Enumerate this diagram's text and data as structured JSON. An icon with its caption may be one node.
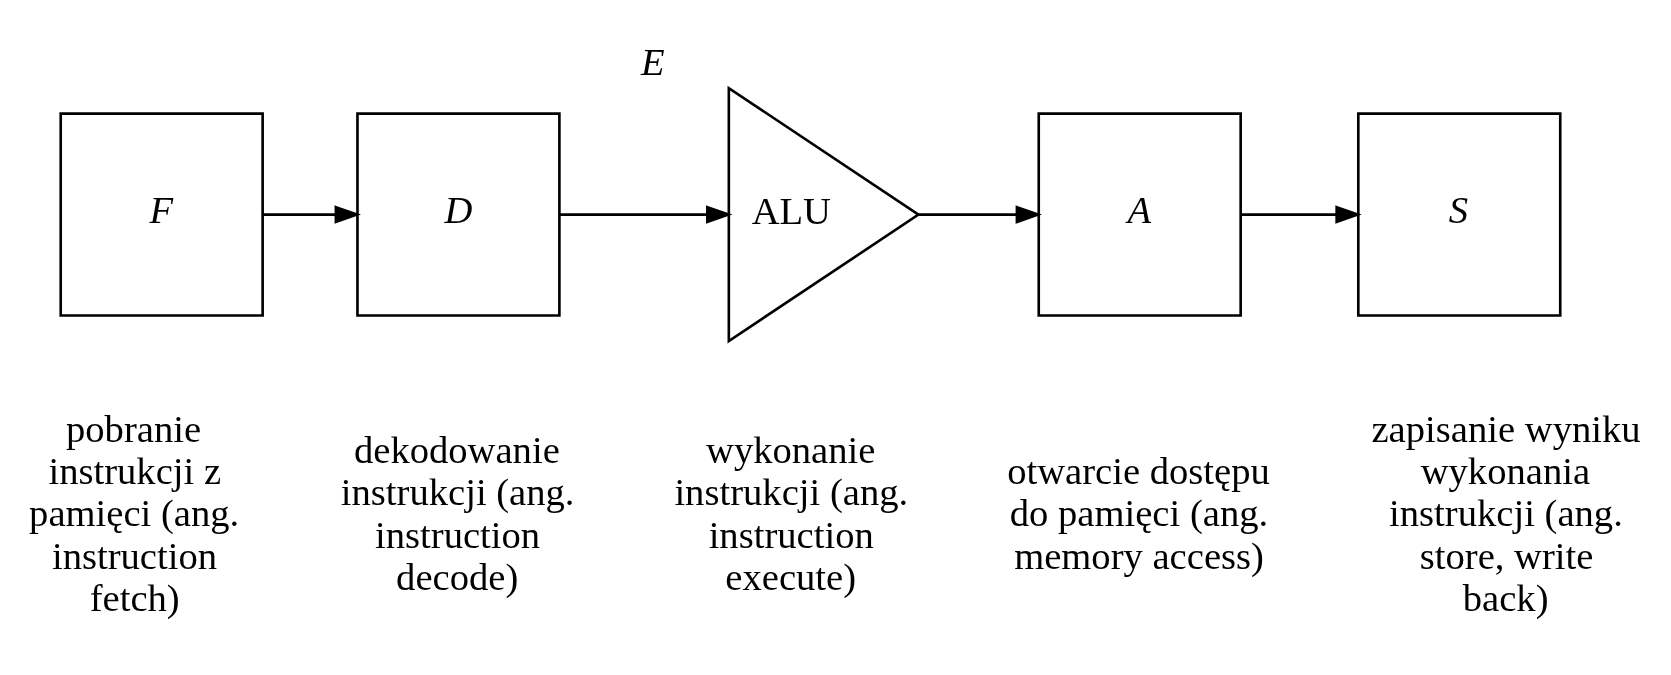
{
  "diagram": {
    "nodes": [
      {
        "text": [
          "F"
        ],
        "beside": [
          "pobranie instrukcji z pamięci (ang. instruction fetch)"
        ]
      },
      {
        "text": [
          "D"
        ],
        "beside": [
          "dekodowanie instrukcji (ang. instruction decode)"
        ]
      },
      {
        "text": [
          "E",
          "ALU"
        ],
        "beside": [
          "wykonanie instrukcji (ang. instruction execute)"
        ]
      },
      {
        "text": [
          "A"
        ],
        "beside": [
          "otwarcie dostępu do pamięci (ang. memory access)"
        ]
      },
      {
        "text": [
          "S"
        ],
        "beside": [
          "zapisanie wyniku wykonania instrukcji (ang. store, write back)"
        ]
      }
    ],
    "edges": [
      {
        "from": 0,
        "to": 1,
        "arrow": "to"
      },
      {
        "from": 1,
        "to": 2,
        "arrow": "to"
      },
      {
        "from": 2,
        "to": 3,
        "arrow": "to"
      },
      {
        "from": 3,
        "to": 4,
        "arrow": "to"
      }
    ]
  }
}
